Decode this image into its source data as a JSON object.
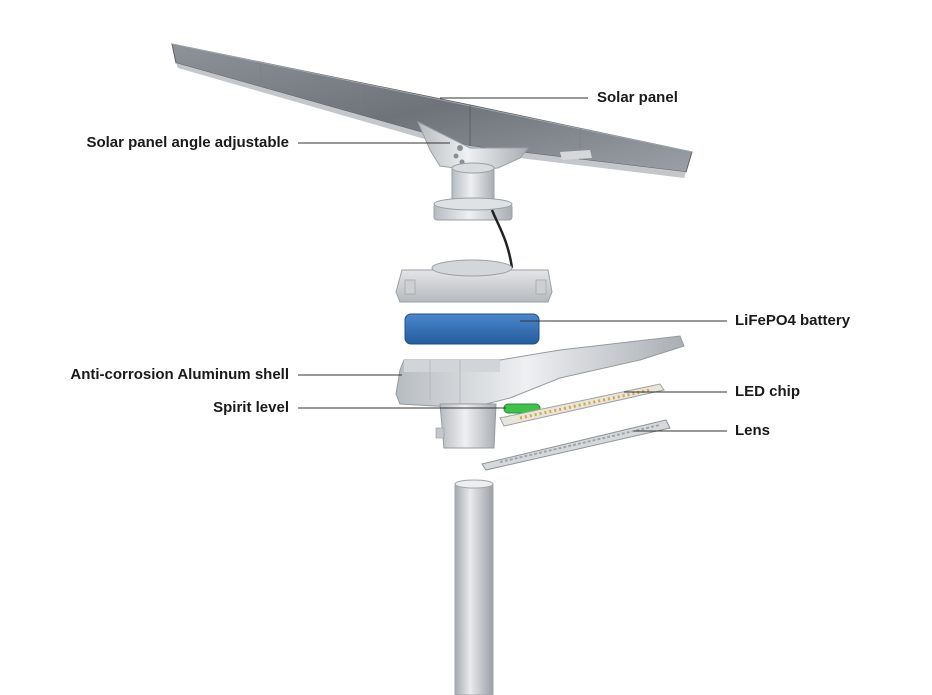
{
  "labels": {
    "solar_panel": "Solar panel",
    "angle_adjustable": "Solar panel angle adjustable",
    "battery": "LiFePO4 battery",
    "shell": "Anti-corrosion Aluminum shell",
    "spirit_level": "Spirit level",
    "led_chip": "LED chip",
    "lens": "Lens"
  },
  "colors": {
    "background": "#ffffff",
    "text": "#1a1a1a",
    "leader_line": "#333333",
    "battery_blue": "#2f6fba",
    "spirit_level_green": "#3cc24a",
    "aluminum": "#c9cdd1"
  }
}
